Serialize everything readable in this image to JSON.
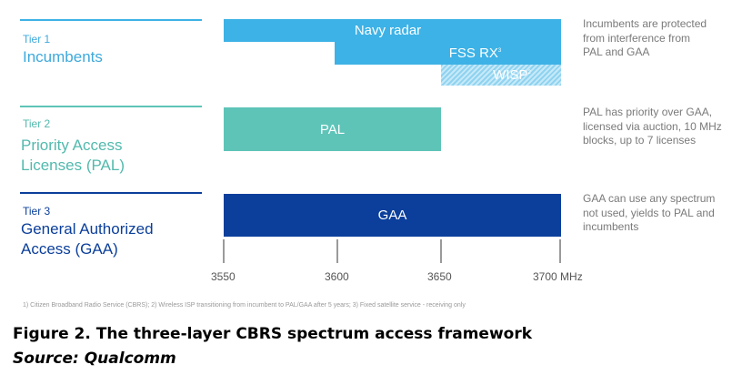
{
  "colors": {
    "tier1": "#3db2e6",
    "tier1_text": "#3ea9dc",
    "tier2": "#5ec4b8",
    "tier2_text": "#52b9ad",
    "tier3": "#0b3f9b",
    "tier3_text": "#0b3f9b"
  },
  "tiers": [
    {
      "tier_label": "Tier 1",
      "name_lines": [
        "Incumbents"
      ],
      "note_lines": [
        "Incumbents are protected",
        "from interference from",
        "PAL and GAA"
      ],
      "bars": [
        {
          "label": "Navy radar",
          "from_mhz": 3550,
          "to_mhz": 3700
        },
        {
          "label": "FSS RX",
          "sup": "3",
          "from_mhz": 3600,
          "to_mhz": 3700
        },
        {
          "label": "WISP",
          "sup": "2",
          "from_mhz": 3650,
          "to_mhz": 3700,
          "pattern": "hatched"
        }
      ]
    },
    {
      "tier_label": "Tier 2",
      "name_lines": [
        "Priority Access",
        "Licenses (PAL)"
      ],
      "note_lines": [
        "PAL has priority over GAA,",
        "licensed via auction, 10 MHz",
        "blocks, up to 7 licenses"
      ],
      "bars": [
        {
          "label": "PAL",
          "from_mhz": 3550,
          "to_mhz": 3650
        }
      ]
    },
    {
      "tier_label": "Tier 3",
      "name_lines": [
        "General Authorized",
        "Access (GAA)"
      ],
      "note_lines": [
        "GAA can use any spectrum",
        "not used, yields to PAL and",
        "incumbents"
      ],
      "bars": [
        {
          "label": "GAA",
          "from_mhz": 3550,
          "to_mhz": 3700
        }
      ]
    }
  ],
  "axis": {
    "ticks": [
      "3550",
      "3600",
      "3650",
      "3700 MHz"
    ]
  },
  "footnote": "1) Citizen Broadband Radio Service (CBRS); 2) Wireless ISP transitioning from incumbent to PAL/GAA after 5 years; 3) Fixed satellite service - receiving only",
  "caption": {
    "title": "Figure 2. The three-layer CBRS spectrum access framework",
    "source": "Source: Qualcomm"
  }
}
